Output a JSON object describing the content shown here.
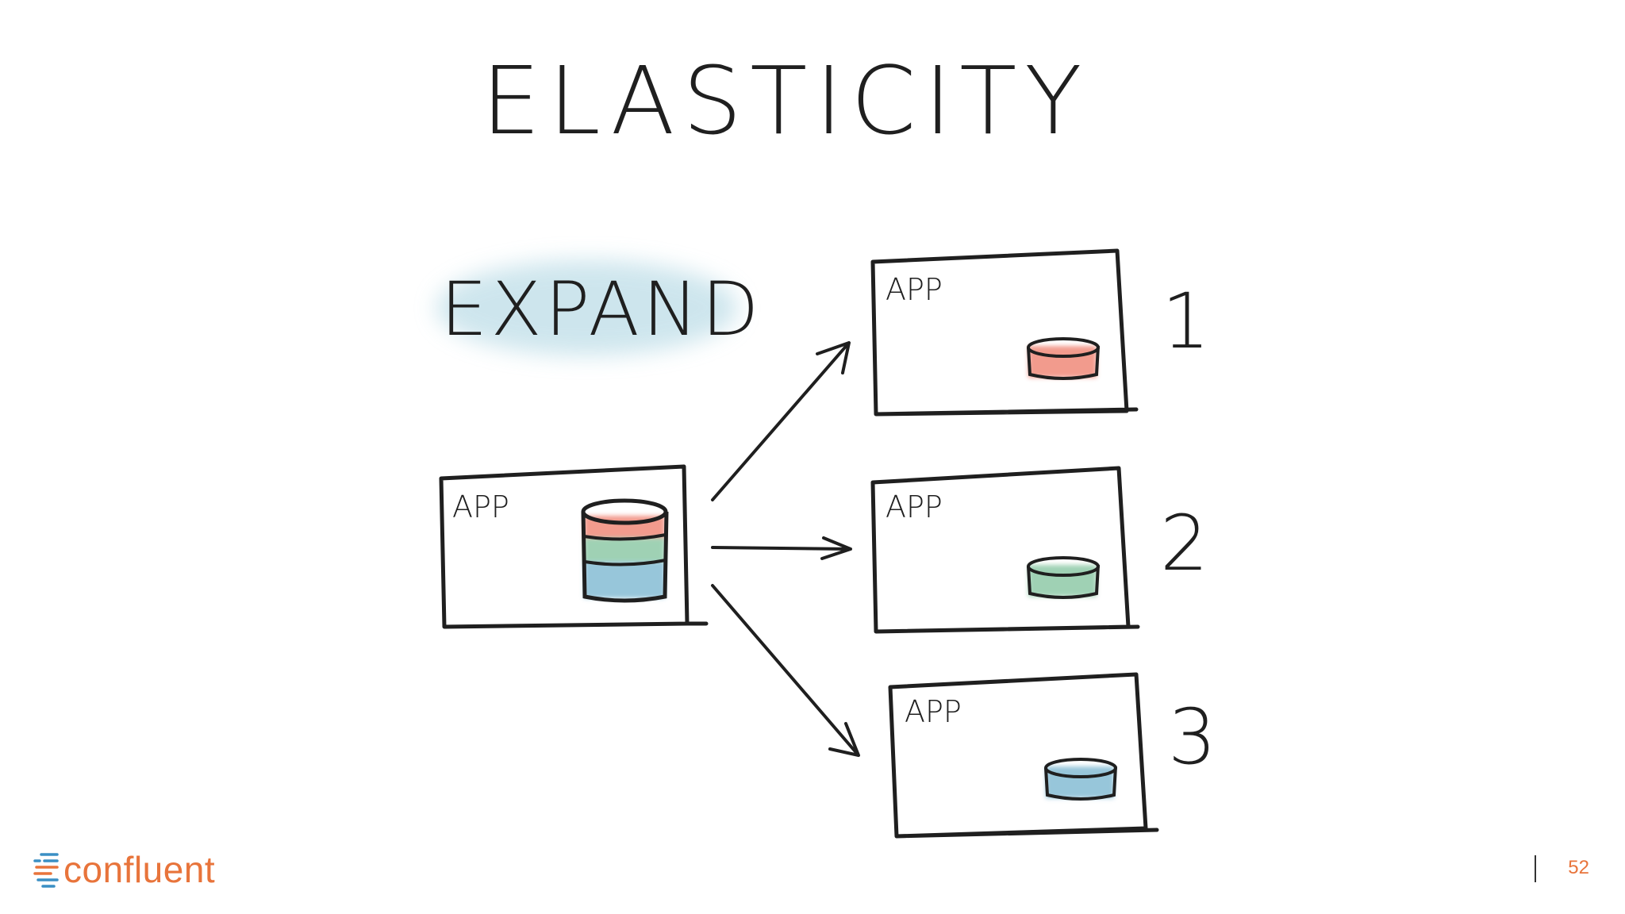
{
  "slide": {
    "title": "ELASTICITY",
    "action_label": "EXPAND",
    "page_number": "52"
  },
  "source_app": {
    "label": "APP",
    "store_layers": [
      "red",
      "green",
      "blue"
    ]
  },
  "instances": [
    {
      "label": "APP",
      "number": "1",
      "store_color": "red"
    },
    {
      "label": "APP",
      "number": "2",
      "store_color": "green"
    },
    {
      "label": "APP",
      "number": "3",
      "store_color": "blue"
    }
  ],
  "colors": {
    "red": "#f08a7a",
    "green": "#8fcaa8",
    "blue": "#8cc0d6",
    "highlight": "#b9dbe6",
    "brand_orange": "#e8743b",
    "brand_blue": "#3a8fc4"
  },
  "logo": {
    "text": "confluent",
    "icon": "confluent-logo-icon"
  }
}
